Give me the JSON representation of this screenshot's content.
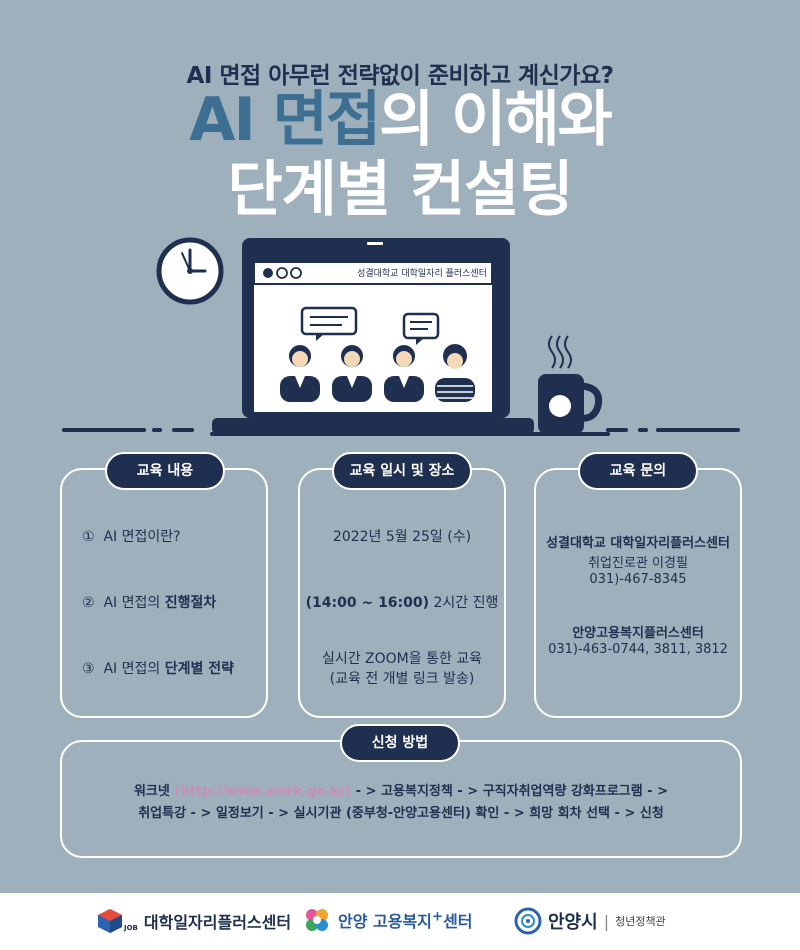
{
  "header": {
    "kicker": "AI 면접 아무런 전략없이 준비하고 계신가요?",
    "title_highlight": "AI 면접",
    "title_rest": "의 이해와",
    "title_line2": "단계별 컨설팅"
  },
  "illustration": {
    "screen_caption": "성결대학교 대학일자리 플러스센터"
  },
  "sections": {
    "content": {
      "label": "교육 내용",
      "items": [
        {
          "num": "①",
          "pre": "AI 면접이란?",
          "bold": ""
        },
        {
          "num": "②",
          "pre": "AI 면접의 ",
          "bold": "진행절차"
        },
        {
          "num": "③",
          "pre": "AI 면접의 ",
          "bold": "단계별 전략"
        }
      ]
    },
    "schedule": {
      "label": "교육 일시 및 장소",
      "date": "2022년 5월 25일 (수)",
      "time_bold": "(14:00 ~ 16:00)",
      "time_rest": " 2시간 진행",
      "place": "실시간 ZOOM을 통한 교육",
      "place_note": "(교육 전 개별 링크 발송)"
    },
    "inquiry": {
      "label": "교육 문의",
      "org1": "성결대학교 대학일자리플러스센터",
      "contact1": "취업진로관 이경필",
      "phone1": "031)-467-8345",
      "org2": "안양고용복지플러스센터",
      "phone2": "031)-463-0744, 3811, 3812"
    },
    "apply": {
      "label": "신청 방법",
      "line1_pre": "워크넷 ",
      "line1_link": "(http://www.work.go.kr)",
      "line1_post": " - > 고용복지정책  - > 구직자취업역량 강화프로그램 - >",
      "line2": "취업특강 - > 일정보기 - > 실시기관 (중부청-안양고용센터) 확인 - > 희망 회차 선택 - > 신청"
    }
  },
  "footer": {
    "logo1": "대학일자리플러스센터",
    "logo1_badge": "JOB",
    "logo2": "안양 고용복지",
    "logo2_plus": "+",
    "logo2_tail": "센터",
    "logo3": "안양시",
    "logo3_sub": "청년정책관"
  },
  "colors": {
    "background": "#9fb0bd",
    "navy": "#1f2f4f",
    "title_highlight": "#3d6f93",
    "link": "#c98fb0"
  }
}
